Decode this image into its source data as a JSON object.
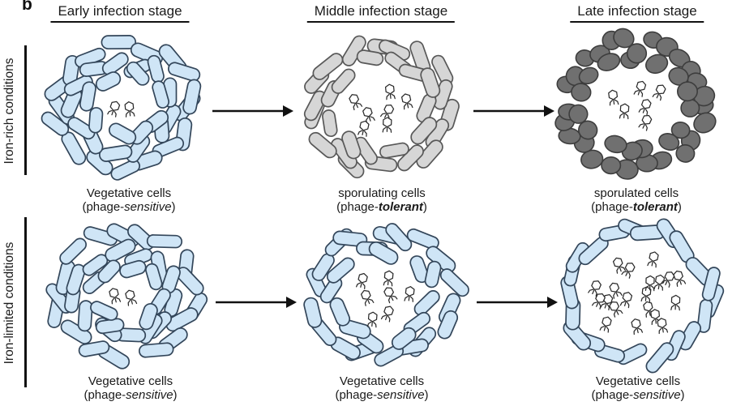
{
  "figure": {
    "panel_label": "b"
  },
  "columns": [
    {
      "label": "Early infection stage"
    },
    {
      "label": "Middle infection stage"
    },
    {
      "label": "Late infection stage"
    }
  ],
  "rows": [
    {
      "label": "Iron-rich conditions"
    },
    {
      "label": "Iron-limited conditions"
    }
  ],
  "colors": {
    "text": "#1a1a1a",
    "line": "#111111",
    "phage_fill": "#ffffff",
    "phage_stroke": "#2a2a2a",
    "palettes": {
      "vegetative": {
        "fill": "#cfe5f6",
        "stroke": "#33465a"
      },
      "sporulating": {
        "fill": "#d6d6d6",
        "stroke": "#585858"
      },
      "spore": {
        "fill": "#707070",
        "stroke": "#3d3d3d"
      }
    }
  },
  "clusters": [
    {
      "id": "iron-rich-early",
      "cell": "rod",
      "palette": "vegetative",
      "phage_count": 2,
      "phage_area": 15,
      "seed": 7,
      "rings": [
        {
          "r": 84,
          "n": 17,
          "w": 36
        },
        {
          "r": 60,
          "n": 13,
          "w": 33
        },
        {
          "r": 42,
          "n": 8,
          "w": 29
        }
      ],
      "caption_line1": "Vegetative cells",
      "caption_prefix": "(phage-",
      "caption_keyword": "sensitive",
      "caption_suffix": ")",
      "keyword_style": "italic"
    },
    {
      "id": "iron-rich-middle",
      "cell": "rod",
      "palette": "sporulating",
      "phage_count": 7,
      "phage_area": 38,
      "seed": 11,
      "rings": [
        {
          "r": 86,
          "n": 18,
          "w": 35
        },
        {
          "r": 63,
          "n": 12,
          "w": 32
        }
      ],
      "caption_line1": "sporulating cells",
      "caption_prefix": "(phage-",
      "caption_keyword": "tolerant",
      "caption_suffix": ")",
      "keyword_style": "bold-italic"
    },
    {
      "id": "iron-rich-late",
      "cell": "sphere",
      "palette": "spore",
      "phage_count": 6,
      "phage_area": 34,
      "seed": 23,
      "rings": [
        {
          "r": 88,
          "n": 25
        },
        {
          "r": 66,
          "n": 16
        }
      ],
      "caption_line1": "sporulated cells",
      "caption_prefix": "(phage-",
      "caption_keyword": "tolerant",
      "caption_suffix": ")",
      "keyword_style": "bold-italic"
    },
    {
      "id": "iron-limited-early",
      "cell": "rod",
      "palette": "vegetative",
      "phage_count": 2,
      "phage_area": 15,
      "seed": 31,
      "rings": [
        {
          "r": 84,
          "n": 17,
          "w": 36
        },
        {
          "r": 60,
          "n": 13,
          "w": 33
        },
        {
          "r": 42,
          "n": 8,
          "w": 29
        }
      ],
      "caption_line1": "Vegetative cells",
      "caption_prefix": "(phage-",
      "caption_keyword": "sensitive",
      "caption_suffix": ")",
      "keyword_style": "italic"
    },
    {
      "id": "iron-limited-middle",
      "cell": "rod",
      "palette": "vegetative",
      "phage_count": 7,
      "phage_area": 38,
      "seed": 41,
      "rings": [
        {
          "r": 86,
          "n": 18,
          "w": 35
        },
        {
          "r": 63,
          "n": 12,
          "w": 32
        }
      ],
      "caption_line1": "Vegetative cells",
      "caption_prefix": "(phage-",
      "caption_keyword": "sensitive",
      "caption_suffix": ")",
      "keyword_style": "italic"
    },
    {
      "id": "iron-limited-late",
      "cell": "rod",
      "palette": "vegetative",
      "phage_count": 20,
      "phage_area": 58,
      "seed": 55,
      "rings": [
        {
          "r": 88,
          "n": 21,
          "w": 37
        }
      ],
      "caption_line1": "Vegetative cells",
      "caption_prefix": "(phage-",
      "caption_keyword": "sensitive",
      "caption_suffix": ")",
      "keyword_style": "italic"
    }
  ]
}
